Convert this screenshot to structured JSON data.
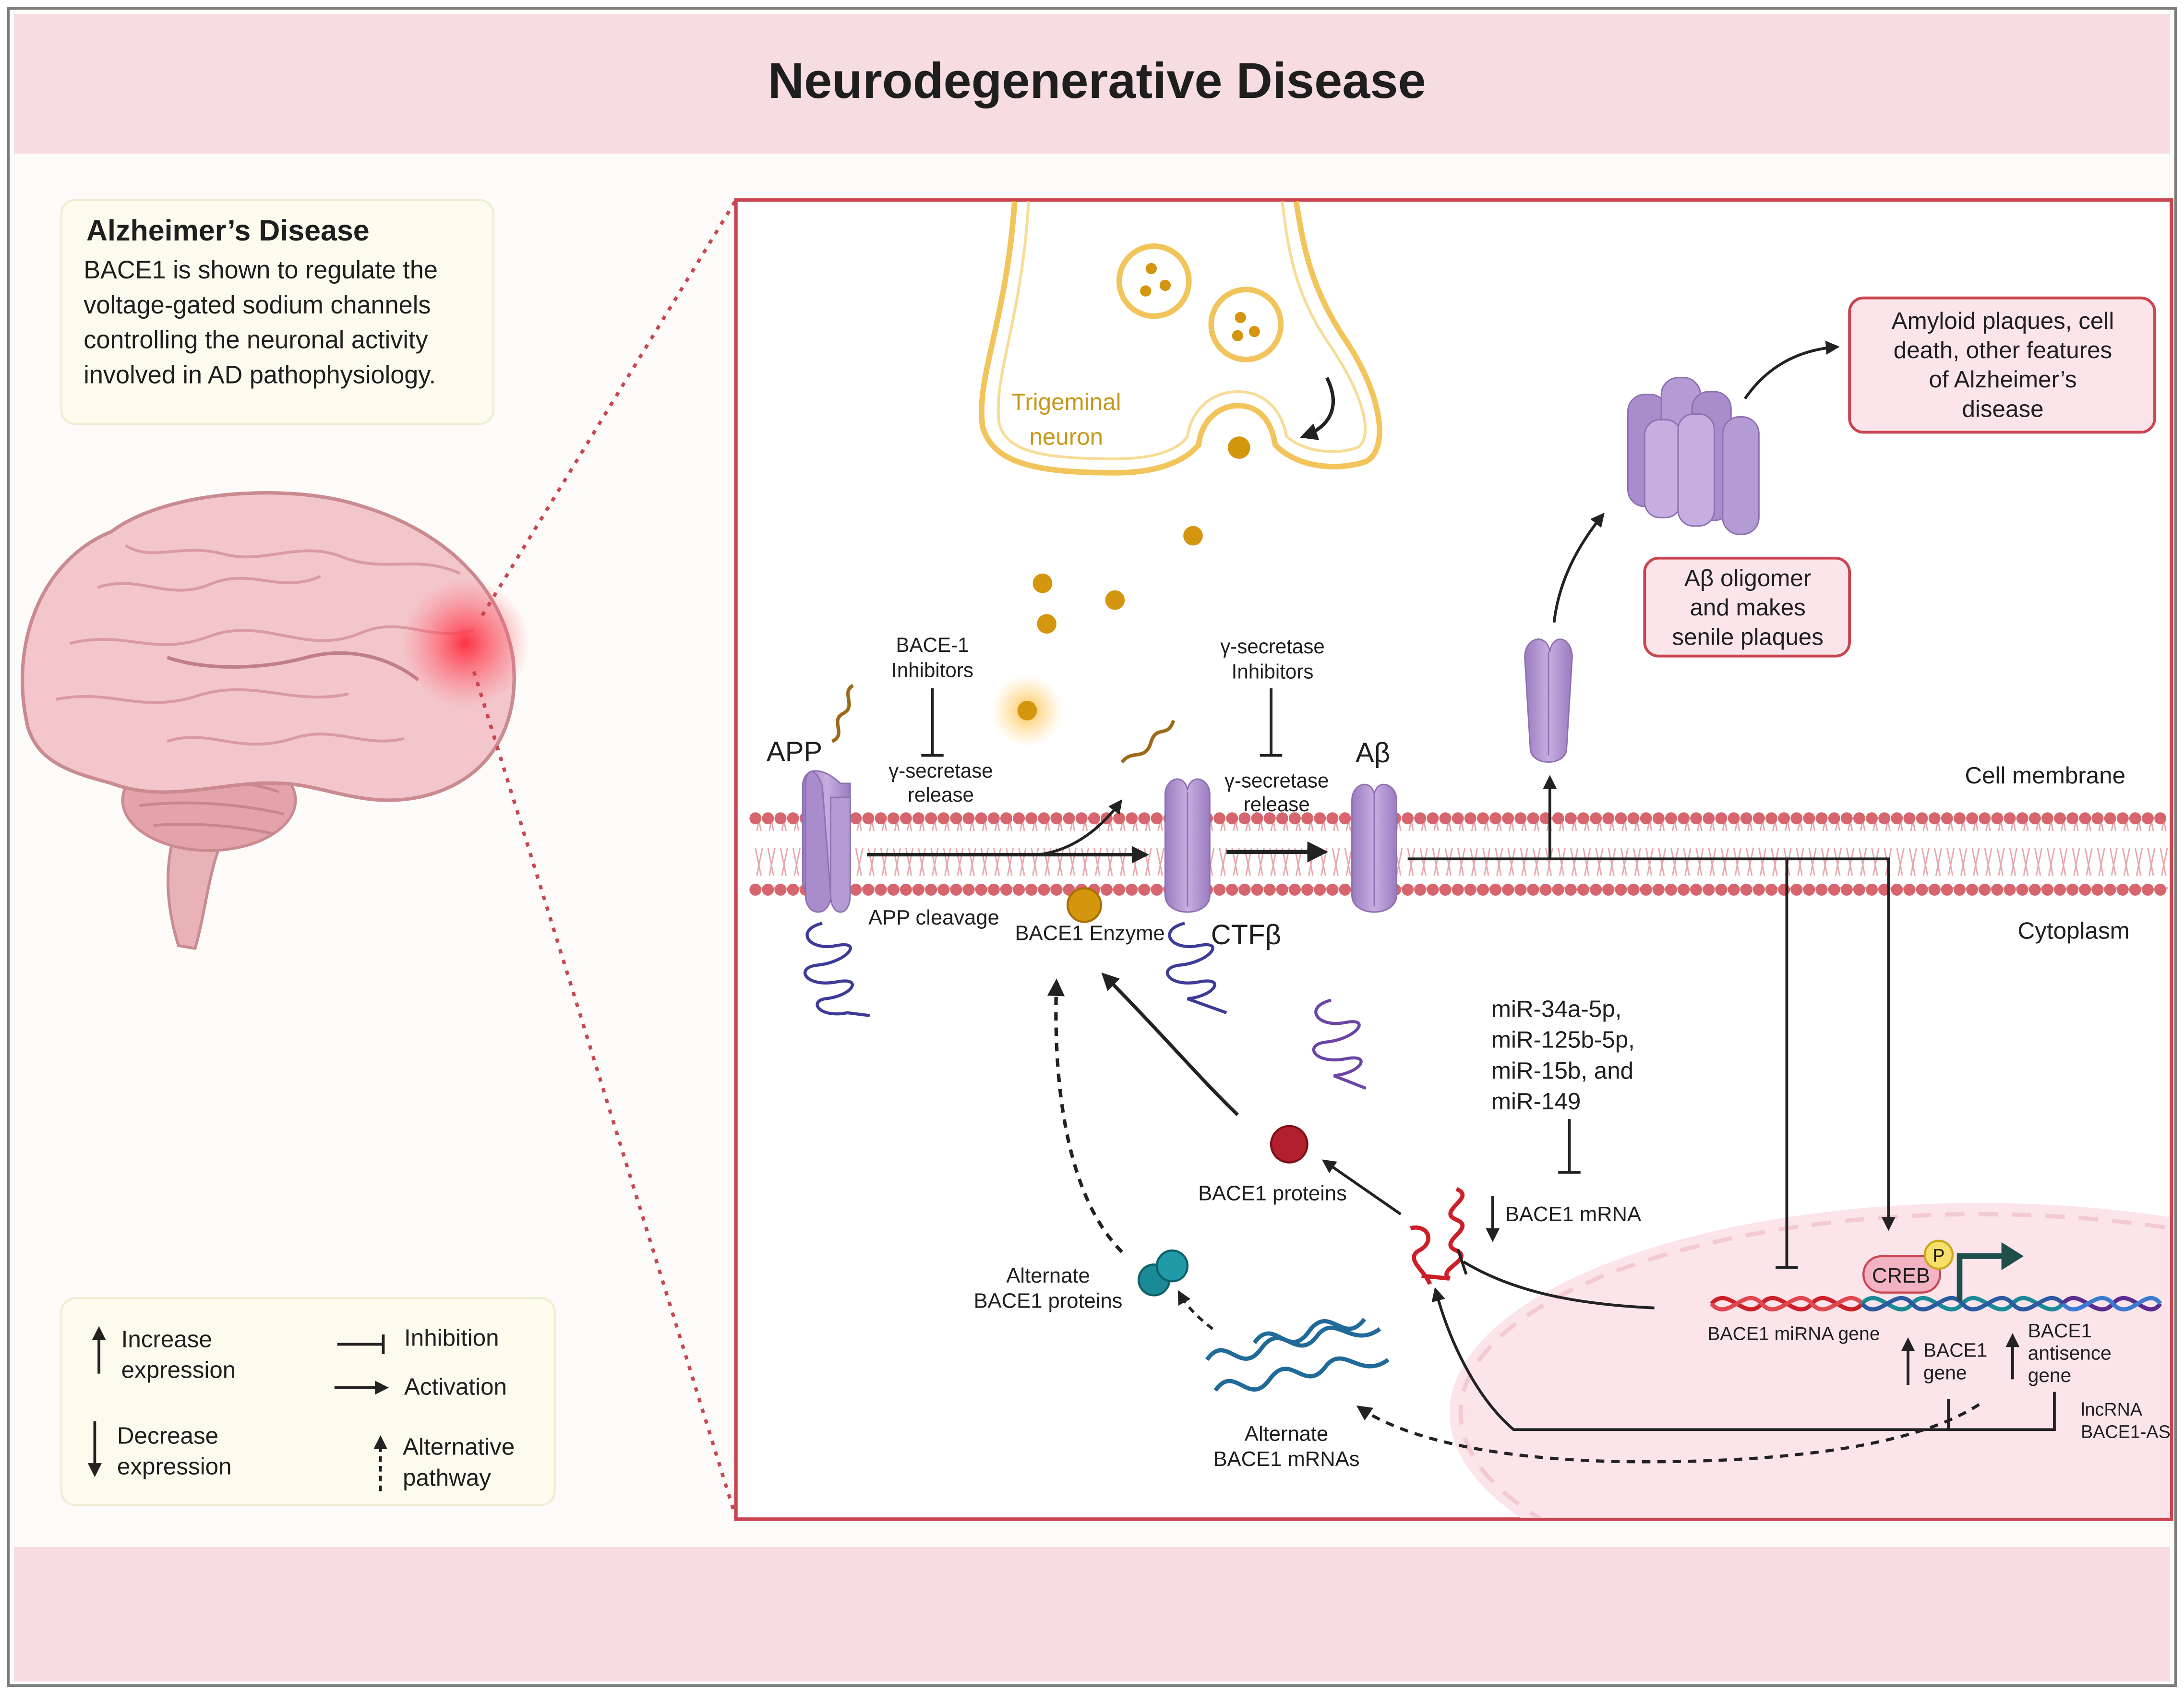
{
  "header": {
    "title": "Neurodegenerative Disease"
  },
  "info_box": {
    "title": "Alzheimer’s Disease",
    "lines": [
      "BACE1 is shown to regulate the",
      "voltage-gated sodium channels",
      "controlling the neuronal activity",
      "involved in AD pathophysiology."
    ]
  },
  "legend": {
    "increase": [
      "Increase",
      "expression"
    ],
    "decrease": [
      "Decrease",
      "expression"
    ],
    "inhibition": "Inhibition",
    "activation": "Activation",
    "alternative": [
      "Alternative",
      "pathway"
    ]
  },
  "neuron": {
    "label": [
      "Trigeminal",
      "neuron"
    ]
  },
  "membrane": {
    "top_label": "Cell membrane",
    "bottom_label": "Cytoplasm"
  },
  "labels": {
    "app": "APP",
    "app_cleavage": "APP cleavage",
    "bace1_enzyme": "BACE1 Enzyme",
    "ctfb": "CTFβ",
    "abeta": "Aβ",
    "bace1_inhibitors": [
      "BACE-1",
      "Inhibitors"
    ],
    "gamma_release_1": [
      "γ-secretase",
      "release"
    ],
    "gamma_inhibitors": [
      "γ-secretase",
      "Inhibitors"
    ],
    "gamma_release_2": [
      "γ-secretase",
      "release"
    ],
    "oligomer": [
      "Aβ oligomer",
      "and makes",
      "senile plaques"
    ],
    "plaques": [
      "Amyloid plaques, cell",
      "death, other features",
      "of Alzheimer’s",
      "disease"
    ],
    "mirnas": [
      "miR-34a-5p,",
      "miR-125b-5p,",
      "miR-15b, and",
      "miR-149"
    ],
    "bace1_mrna": "BACE1 mRNA",
    "bace1_proteins": "BACE1 proteins",
    "alt_proteins": [
      "Alternate",
      "BACE1 proteins"
    ],
    "alt_mrnas": [
      "Alternate",
      "BACE1 mRNAs"
    ],
    "creb": "CREB",
    "phospho": "P",
    "mirna_gene": "BACE1 miRNA gene",
    "bace1_gene": [
      "BACE1",
      "gene"
    ],
    "antisense_gene": [
      "BACE1",
      "antisence",
      "gene"
    ],
    "lncrna": [
      "lncRNA",
      "BACE1-AS"
    ]
  },
  "colors": {
    "header_bg": "#f7dde2",
    "panel_border": "#c9454f",
    "receptor": "#b89cd4",
    "vesicle": "#d4950f",
    "neuron_outline": "#f2c55c",
    "nucleus": "#fbe4ea",
    "mrna_red": "#cc1f28",
    "alt_mrna": "#1f6a98",
    "alt_protein": "#1a8b96",
    "creb": "#f3b3c3",
    "glow": "#ff3a4a"
  }
}
